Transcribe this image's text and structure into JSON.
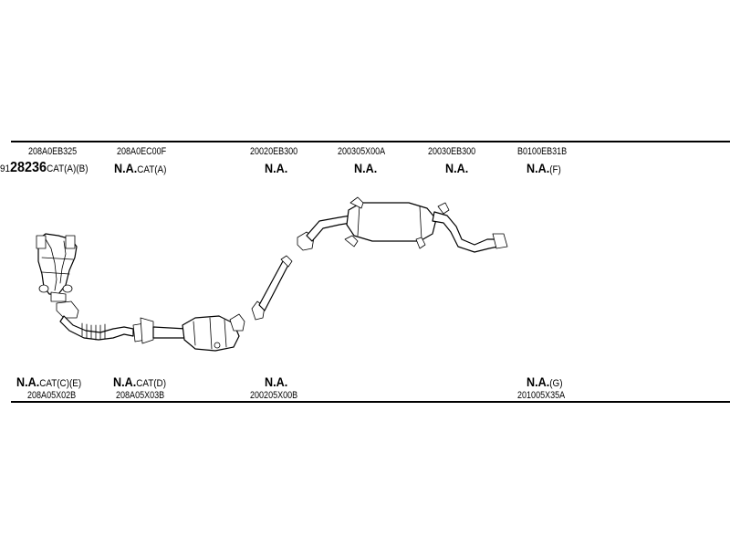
{
  "top_row": [
    {
      "code": "208A0EB325",
      "status_prefix": "91",
      "status_main": "28236",
      "status_suffix": "CAT(A)(B)"
    },
    {
      "code": "208A0EC00F",
      "status_main": "N.A.",
      "status_suffix": "CAT(A)"
    },
    {
      "code": "20020EB300",
      "status_main": "N.A.",
      "status_suffix": ""
    },
    {
      "code": "200305X00A",
      "status_main": "N.A.",
      "status_suffix": ""
    },
    {
      "code": "20030EB300",
      "status_main": "N.A.",
      "status_suffix": ""
    },
    {
      "code": "B0100EB31B",
      "status_main": "N.A.",
      "status_suffix": "(F)"
    }
  ],
  "bottom_row": [
    {
      "code": "208A05X02B",
      "status_main": "N.A.",
      "status_suffix": "CAT(C)(E)"
    },
    {
      "code": "208A05X03B",
      "status_main": "N.A.",
      "status_suffix": "CAT(D)"
    },
    {
      "code": "200205X00B",
      "status_main": "N.A.",
      "status_suffix": ""
    },
    {
      "code": "201005X35A",
      "status_main": "N.A.",
      "status_suffix": "(G)"
    }
  ]
}
